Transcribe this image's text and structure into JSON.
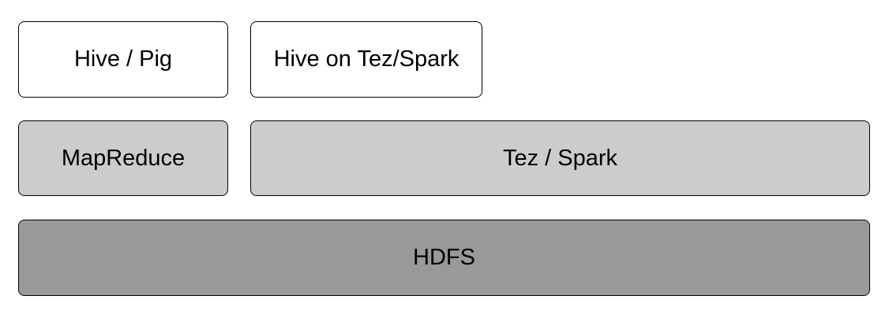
{
  "layers": {
    "top": {
      "hive_pig": {
        "label": "Hive / Pig",
        "fill": "#ffffff"
      },
      "hive_on_tez_spark": {
        "label": "Hive on Tez/Spark",
        "fill": "#ffffff"
      }
    },
    "middle": {
      "mapreduce": {
        "label": "MapReduce",
        "fill": "#cccccc"
      },
      "tez_spark": {
        "label": "Tez / Spark",
        "fill": "#cccccc"
      }
    },
    "bottom": {
      "hdfs": {
        "label": "HDFS",
        "fill": "#999999"
      }
    }
  },
  "colors": {
    "border": "#000000",
    "text": "#000000",
    "background": "#ffffff"
  }
}
